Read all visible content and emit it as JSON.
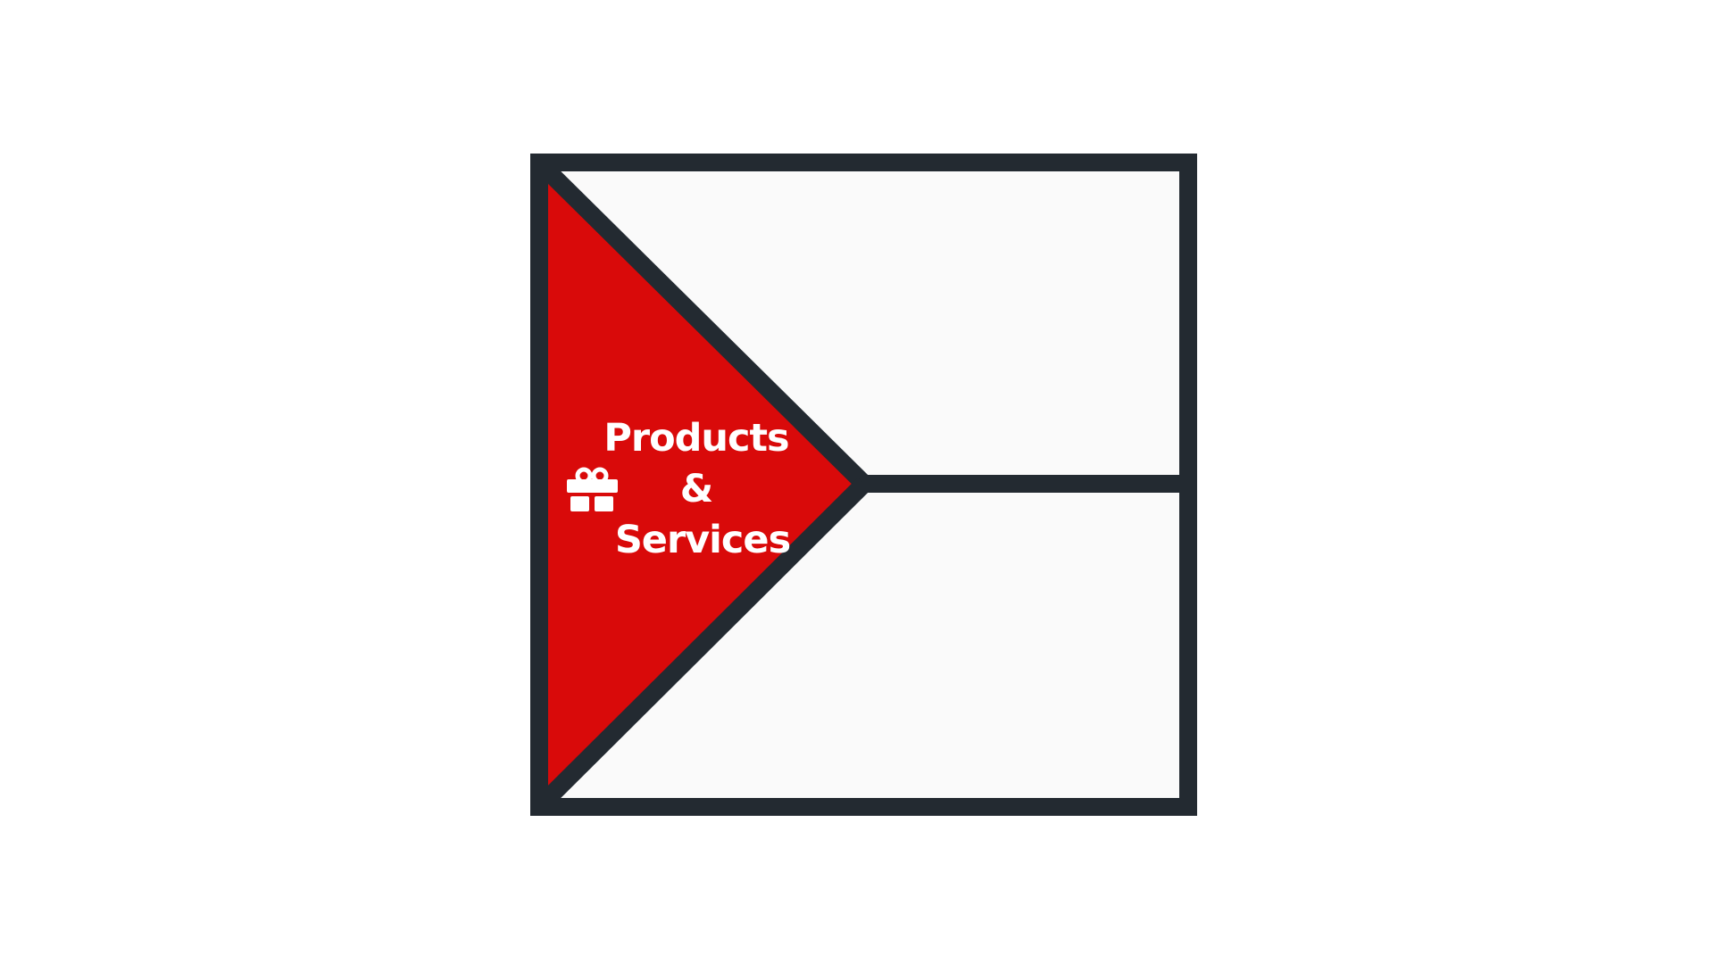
{
  "diagram": {
    "segments": [
      {
        "id": "products-services",
        "label_lines": [
          "Products",
          "&",
          "Services"
        ],
        "icon": "gift-icon",
        "fill": "#d90a0a"
      },
      {
        "id": "upper-right",
        "label_lines": [],
        "fill": "#fafafa"
      },
      {
        "id": "lower-right",
        "label_lines": [],
        "fill": "#fafafa"
      }
    ],
    "stroke_color": "#232a31",
    "text_color": "#ffffff",
    "background": "#ffffff"
  }
}
